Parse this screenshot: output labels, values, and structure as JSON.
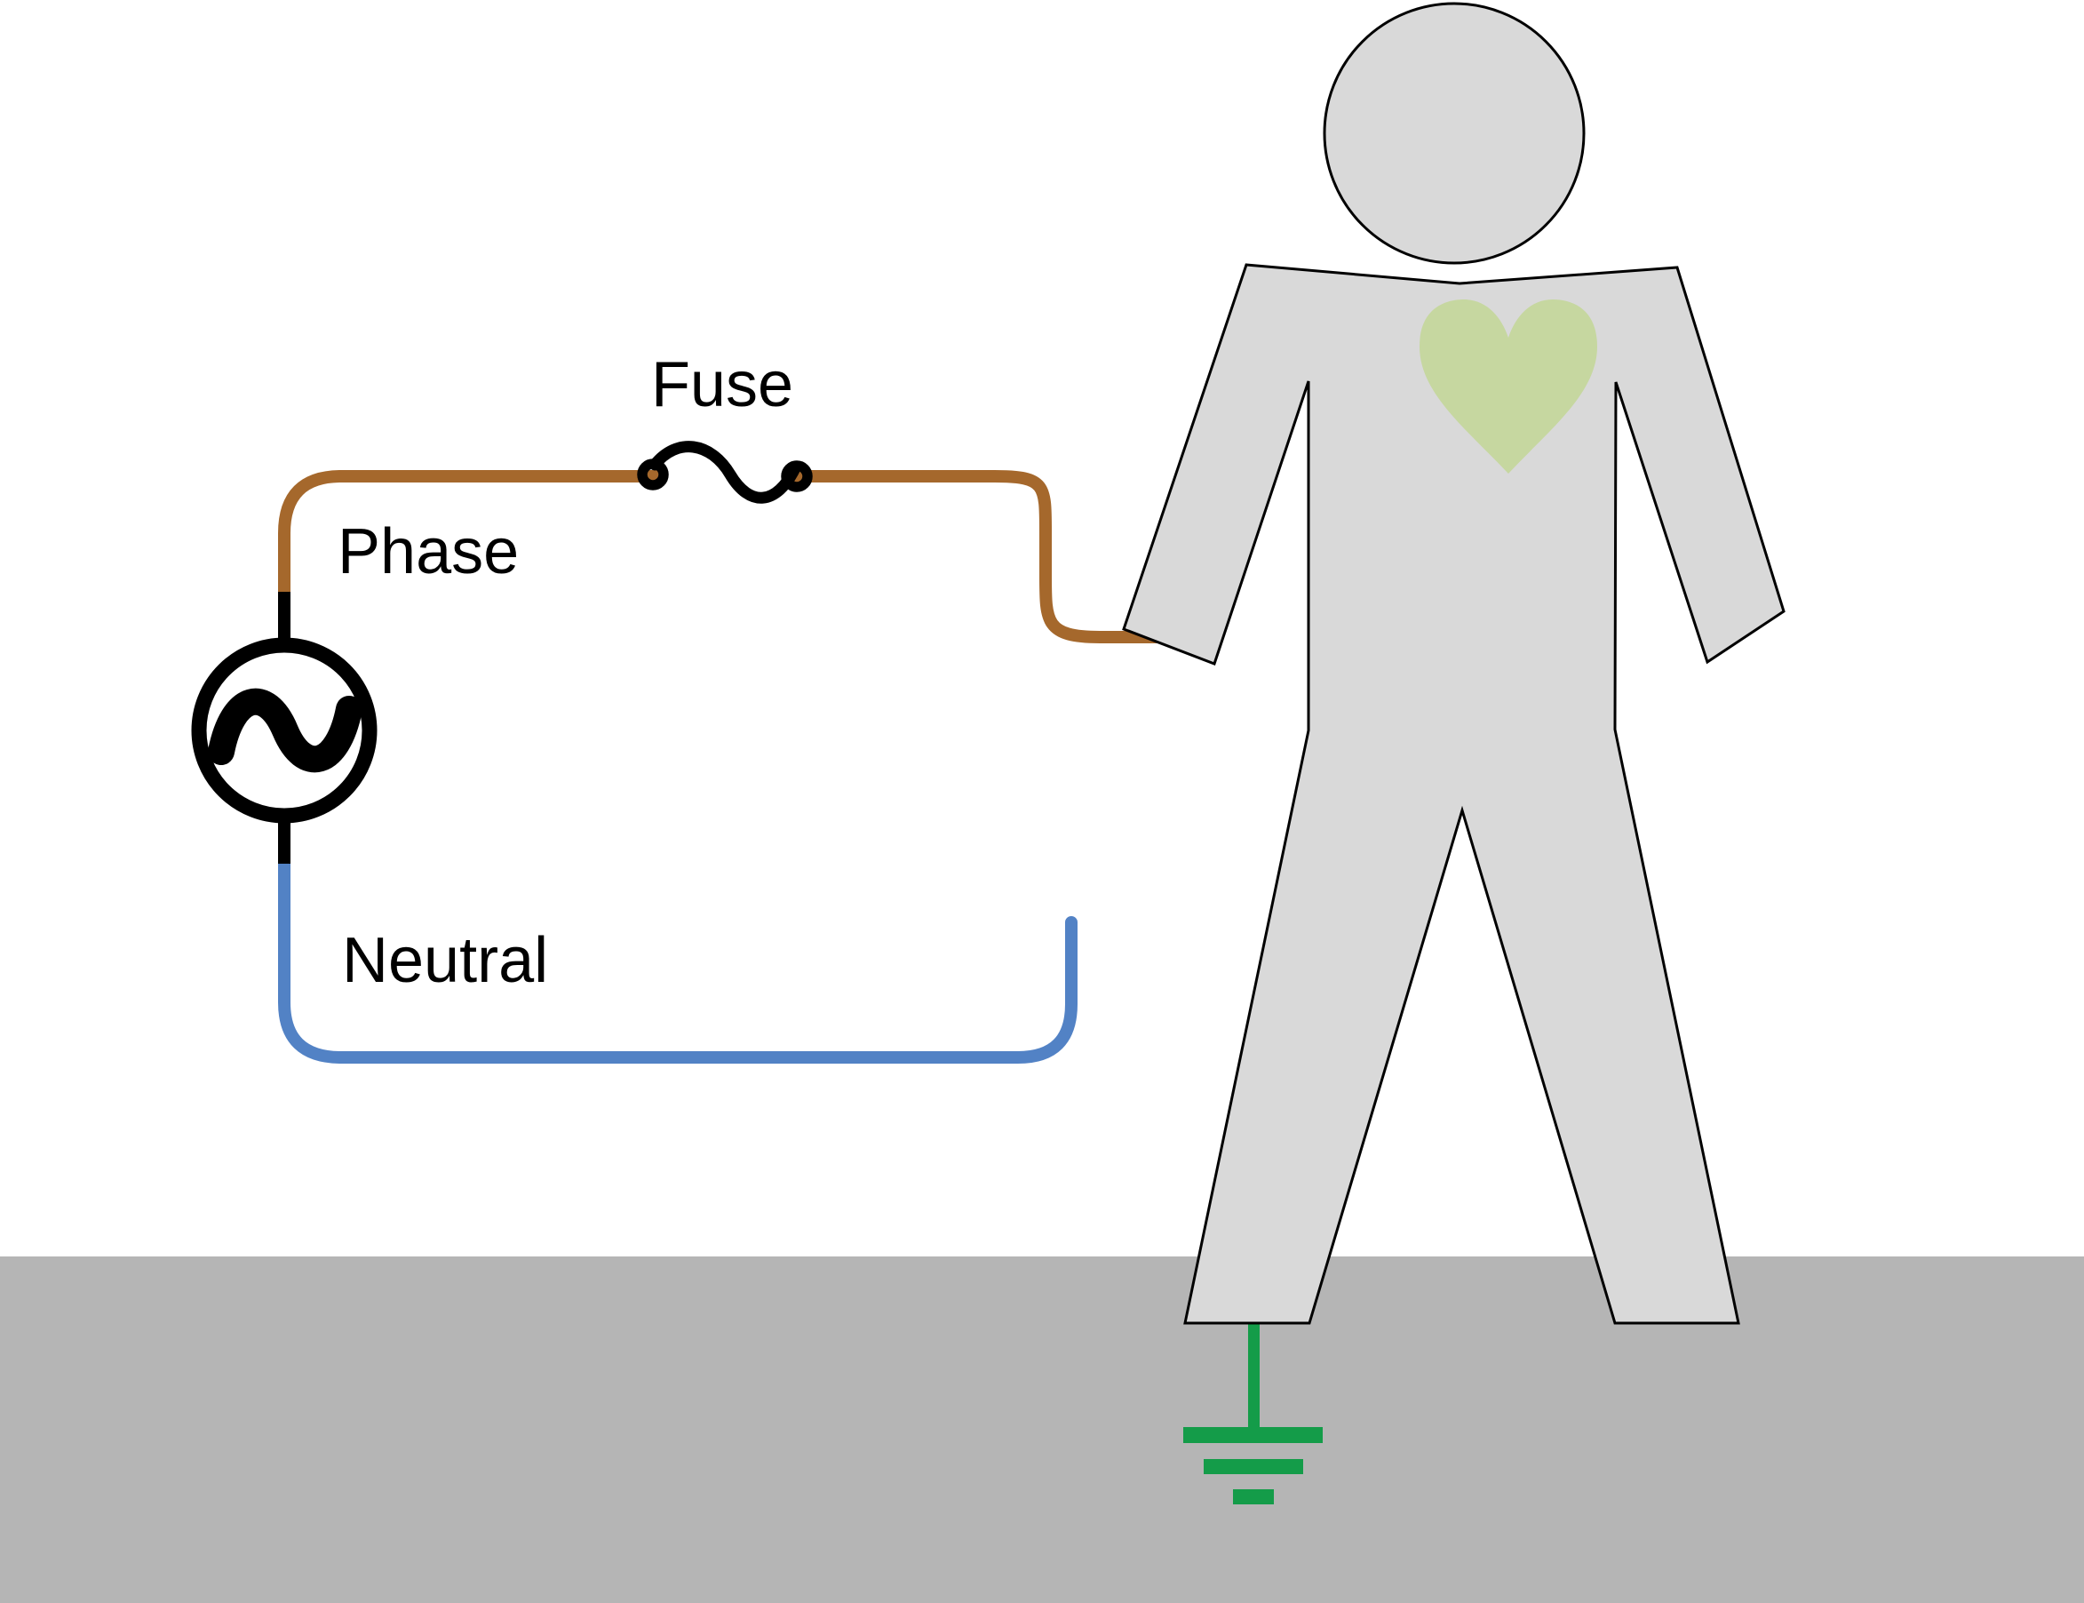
{
  "labels": {
    "fuse": "Fuse",
    "phase": "Phase",
    "neutral": "Neutral"
  },
  "colors": {
    "phase_wire": "#a5682c",
    "neutral_wire": "#5282c5",
    "earth": "#149c49",
    "body": "#d9d9d9",
    "heart": "#c6d7a0",
    "ground": "#b5b5b5",
    "line": "#000000",
    "background": "#ffffff"
  }
}
